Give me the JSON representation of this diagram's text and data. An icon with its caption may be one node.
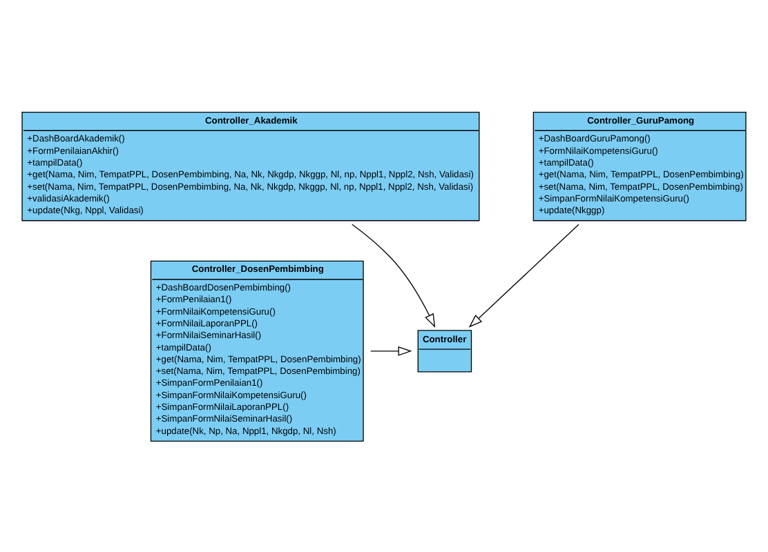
{
  "diagram": {
    "nodes": [
      {
        "text": [
          "Controller_Akademik",
          "+DashBoardAkademik()",
          "+FormPenilaianAkhir()",
          "+tampilData()",
          "+get(Nama, Nim, TempatPPL, DosenPembimbing, Na, Nk, Nkgdp, Nkggp, Nl, np, Nppl1, Nppl2, Nsh, Validasi)",
          "+set(Nama, Nim, TempatPPL, DosenPembimbing, Na, Nk, Nkgdp, Nkggp, Nl, np, Nppl1, Nppl2, Nsh, Validasi)",
          "+validasiAkademik()",
          "+update(Nkg, Nppl, Validasi)"
        ]
      },
      {
        "text": [
          "Controller_DosenPembimbing",
          "+DashBoardDosenPembimbing()",
          "+FormPenilaian1()",
          "+FormNilaiKompetensiGuru()",
          "+FormNilaiLaporanPPL()",
          "+FormNilaiSeminarHasil()",
          "+tampilData()",
          "+get(Nama, Nim, TempatPPL, DosenPembimbing)",
          "+set(Nama, Nim, TempatPPL, DosenPembimbing)",
          "+SimpanFormPenilaian1()",
          "+SimpanFormNilaiKompetensiGuru()",
          "+SimpanFormNilaiLaporanPPL()",
          "+SimpanFormNilaiSeminarHasil()",
          "+update(Nk, Np, Na, Nppl1, Nkgdp, Nl, Nsh)"
        ]
      },
      {
        "text": [
          "Controller"
        ]
      },
      {
        "text": [
          "Controller_GuruPamong",
          "+DashBoardGuruPamong()",
          "+FormNilaiKompetensiGuru()",
          "+tampilData()",
          "+get(Nama, Nim, TempatPPL, DosenPembimbing)",
          "+set(Nama, Nim, TempatPPL, DosenPembimbing)",
          "+SimpanFormNilaiKompetensiGuru()",
          "+update(Nkggp)"
        ]
      }
    ],
    "edges": [
      {
        "from": 0,
        "to": 2,
        "arrow": "to"
      },
      {
        "from": 1,
        "to": 2,
        "arrow": "to"
      },
      {
        "from": 3,
        "to": 2,
        "arrow": "to"
      }
    ]
  }
}
